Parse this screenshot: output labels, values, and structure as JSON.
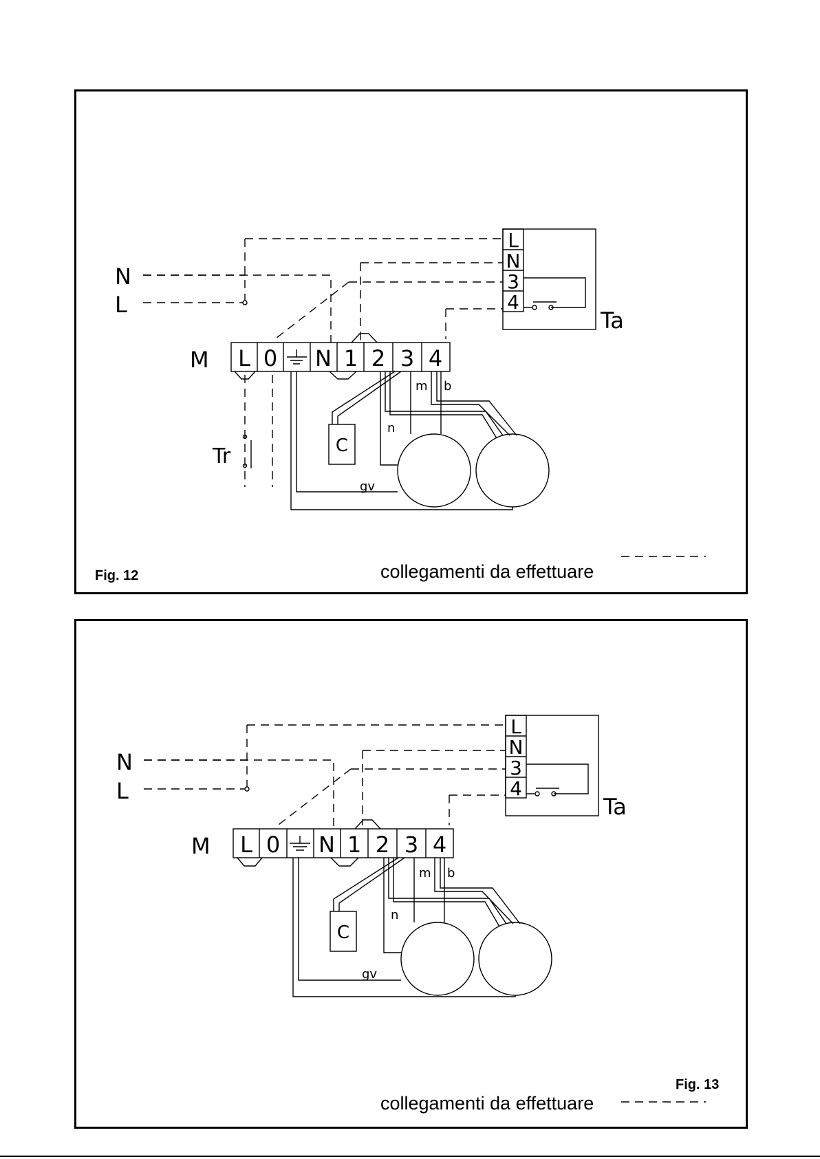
{
  "figures": [
    {
      "label": "Fig. 12",
      "caption": "collegamenti da effettuare",
      "mains": [
        "N",
        "L"
      ],
      "board_label": "M",
      "terminals": [
        "L",
        "0",
        "N",
        "1",
        "2",
        "3",
        "4"
      ],
      "thermostat_label": "Ta",
      "thermostat_terminals": [
        "L",
        "N",
        "3",
        "4"
      ],
      "switch_label": "Tr",
      "capacitor_label": "C",
      "wire_labels": {
        "m": "m",
        "b": "b",
        "n": "n",
        "gv": "gv"
      }
    },
    {
      "label": "Fig. 13",
      "caption": "collegamenti da effettuare",
      "mains": [
        "N",
        "L"
      ],
      "board_label": "M",
      "terminals": [
        "L",
        "0",
        "N",
        "1",
        "2",
        "3",
        "4"
      ],
      "thermostat_label": "Ta",
      "thermostat_terminals": [
        "L",
        "N",
        "3",
        "4"
      ],
      "capacitor_label": "C",
      "wire_labels": {
        "m": "m",
        "b": "b",
        "n": "n",
        "gv": "gv"
      }
    }
  ]
}
